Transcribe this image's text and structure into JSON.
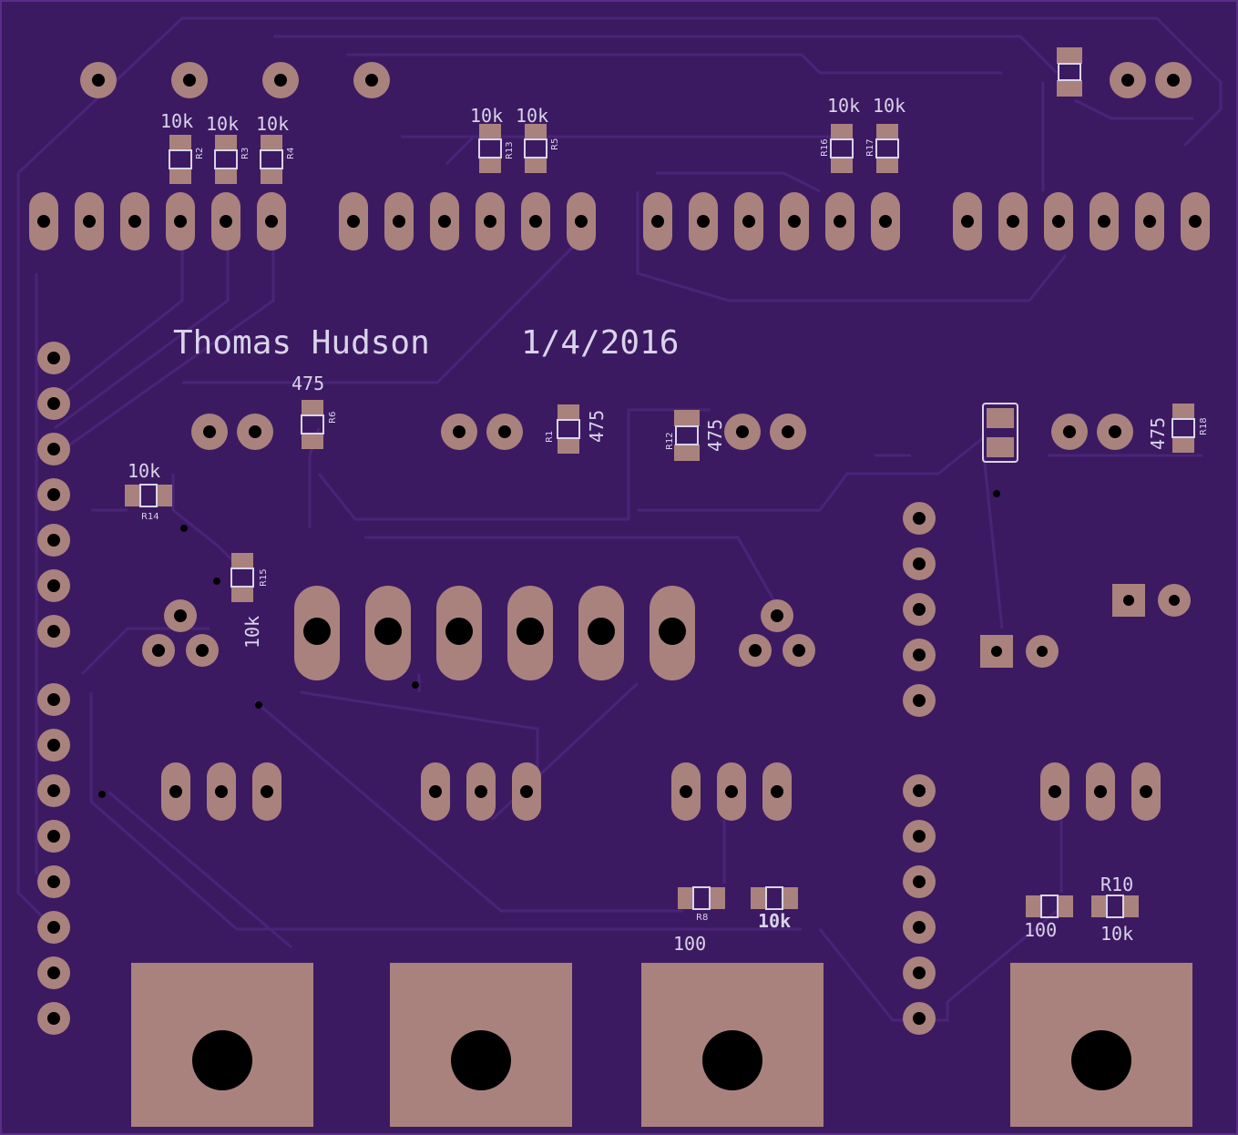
{
  "board": {
    "author_text": "Thomas Hudson",
    "date_text": "1/4/2016",
    "colors": {
      "board": "#3c1a62",
      "copper_pad": "#a9827e",
      "silkscreen": "#d9d4ea",
      "trace": "#4a2478",
      "drill": "#000000"
    }
  },
  "labels": {
    "r2_value": "10k",
    "r2_ref": "R2",
    "r3_value": "10k",
    "r3_ref": "R3",
    "r4_value": "10k",
    "r4_ref": "R4",
    "r13_value": "10k",
    "r13_ref": "R13",
    "r5_value": "10k",
    "r5_ref": "R5",
    "r16_value": "10k",
    "r16_ref": "R16",
    "r17_value": "10k",
    "r17_ref": "R17",
    "r6_value": "475",
    "r6_ref": "R6",
    "r1_value": "475",
    "r1_ref": "R1",
    "r12_value": "475",
    "r12_ref": "R12",
    "r18_value": "475",
    "r18_ref": "R18",
    "r14_value": "10k",
    "r14_ref": "R14",
    "r15_value": "10k",
    "r15_ref": "R15",
    "r8_value": "100",
    "r8_ref": "R8",
    "r9_value": "10k",
    "r10_ref": "R10",
    "r10_value": "10k",
    "r11_value": "100"
  }
}
